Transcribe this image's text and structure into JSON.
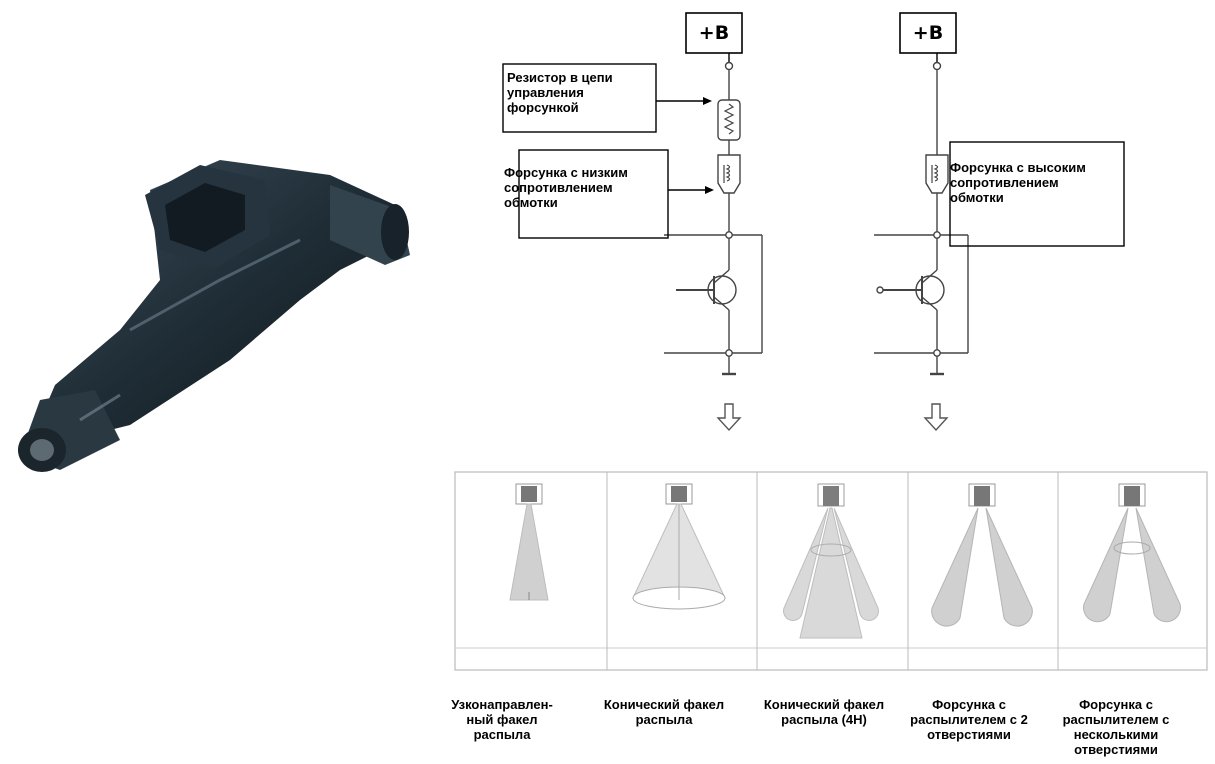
{
  "supply": {
    "left": "+B",
    "right": "+B"
  },
  "callouts": {
    "resistor": "Резистор в цепи управления форсункой",
    "low_resistance": "Форсунка с низким сопротивлением обмотки",
    "high_resistance": "Форсунка с высоким сопротивлением обмотки"
  },
  "spray_patterns": [
    "Узконаправлен-ный факел распыла",
    "Конический факел распыла",
    "Конический факел распыла (4H)",
    "Форсунка с распылителем с 2 отверстиями",
    "Форсунка с распылителем с несколькими отверстиями"
  ],
  "colors": {
    "injector_body": "#1f2d36",
    "spray": "#c8c8c8",
    "line": "#444444"
  }
}
